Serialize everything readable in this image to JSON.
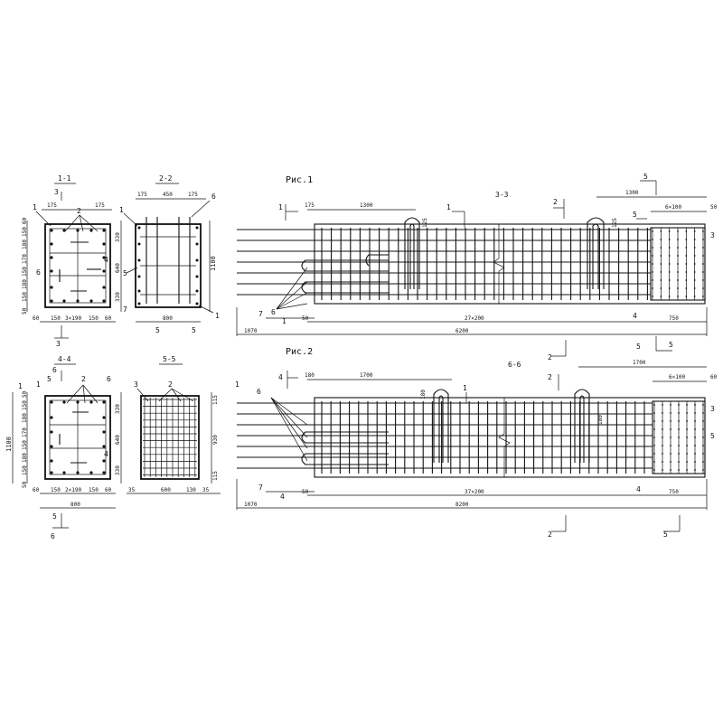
{
  "figures": {
    "fig1": "Рис.1",
    "fig2": "Рис.2"
  },
  "sections": {
    "s11": "1-1",
    "s22": "2-2",
    "s33": "3-3",
    "s44": "4-4",
    "s55": "5-5",
    "s66": "6-6"
  },
  "marks": {
    "m1": "1",
    "m2": "2",
    "m3": "3",
    "m4": "4",
    "m5": "5",
    "m6": "6",
    "m7": "7"
  },
  "section_1_1": {
    "left_dims": [
      "60",
      "150",
      "180",
      "170",
      "150",
      "180",
      "150",
      "50"
    ],
    "top_dims": [
      "175",
      "175"
    ],
    "right_dims": [
      "330",
      "640",
      "330"
    ],
    "bottom_dims": [
      "60",
      "150",
      "3×190",
      "150",
      "60"
    ]
  },
  "section_2_2": {
    "top_dims": [
      "175",
      "450",
      "175"
    ],
    "height": "1100",
    "width": "800"
  },
  "section_4_4": {
    "left_dims": [
      "50",
      "150",
      "180",
      "170",
      "150",
      "180",
      "150",
      "50"
    ],
    "height": "1100",
    "right_dims": [
      "330",
      "640",
      "330"
    ],
    "bottom_dims": [
      "60",
      "150",
      "2×190",
      "150",
      "60"
    ],
    "width": "800"
  },
  "section_5_5": {
    "right_dims": [
      "115",
      "930",
      "115"
    ],
    "bottom_dims": [
      "35",
      "600",
      "130",
      "35"
    ]
  },
  "elevation_1": {
    "top_dims": [
      "175",
      "1300",
      "1300",
      "6×100",
      "50"
    ],
    "hook_dim": "125",
    "left_dims": [
      "1070",
      "50"
    ],
    "spacing": "27×200",
    "end_dim": "750",
    "total": "6200"
  },
  "elevation_2": {
    "top_dims": [
      "180",
      "1700",
      "1700",
      "6×100",
      "60"
    ],
    "hook_dim": "180",
    "left_dims": [
      "1070",
      "50"
    ],
    "spacing": "37×200",
    "end_dim": "750",
    "total": "8200"
  }
}
